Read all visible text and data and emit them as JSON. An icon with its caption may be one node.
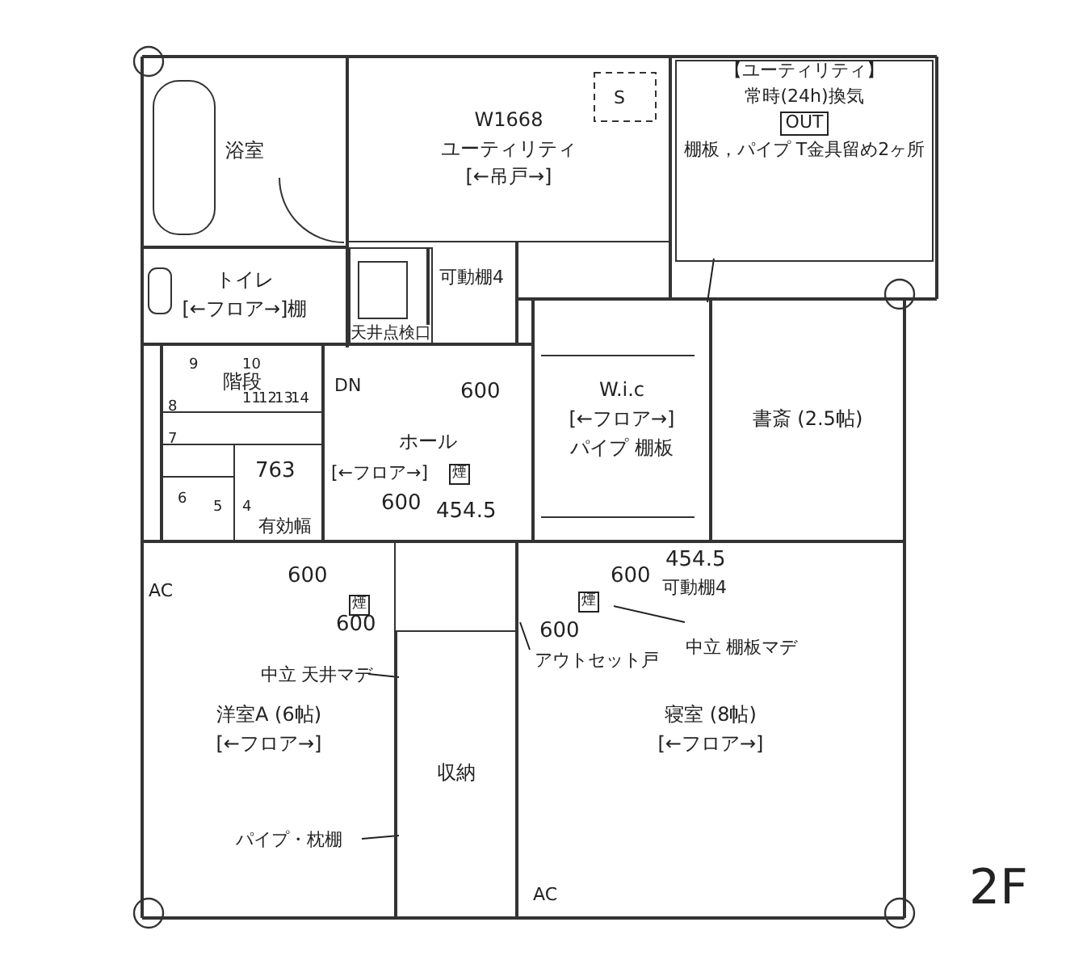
{
  "diagram": {
    "nodes": [
      {
        "text": [
          "浴室"
        ]
      },
      {
        "text": [
          "W1668",
          "ユーティリティ",
          "[←吊戸→]"
        ]
      },
      {
        "text": [
          "【ユーティリティ】",
          "常時(24h)換気",
          "OUT",
          "棚板，パイプ T金具留め2ヶ所"
        ]
      },
      {
        "text": [
          "トイレ",
          "[←フロア→]棚"
        ]
      },
      {
        "text": [
          "天井点検口"
        ]
      },
      {
        "text": [
          "階段"
        ]
      },
      {
        "text": [
          "ホール"
        ]
      },
      {
        "text": [
          "W.i.c",
          "[←フロア→]",
          "パイプ 棚板"
        ]
      },
      {
        "text": [
          "書斎 (2.5帖)"
        ]
      },
      {
        "text": [
          "洋室A (6帖)",
          "[←フロア→]"
        ]
      },
      {
        "text": [
          "収納"
        ]
      },
      {
        "text": [
          "寝室 (8帖)",
          "[←フロア→]"
        ]
      },
      {
        "text": [
          "アウトセット戸"
        ],
        "in": 11
      },
      {
        "text": [
          "中立 棚板マデ"
        ],
        "in": 11
      },
      {
        "text": [
          "パイプ・枕棚"
        ],
        "in": 9
      },
      {
        "text": [
          "中立 天井マデ"
        ],
        "in": 9
      }
    ],
    "edges": [
      {
        "from": 2,
        "to": 7,
        "arrow": "none"
      },
      {
        "from": 12,
        "to": null,
        "arrow": "none"
      },
      {
        "from": 13,
        "to": null,
        "arrow": "none"
      },
      {
        "from": 14,
        "to": 10,
        "arrow": "none"
      },
      {
        "from": 15,
        "to": 10,
        "arrow": "none"
      }
    ],
    "labels": [
      "S",
      "可動棚4",
      "DN",
      "9",
      "10",
      "8",
      "7",
      "11",
      "12",
      "13",
      "14",
      "6",
      "5",
      "4",
      "[←フロア→]",
      "600",
      "600",
      "763",
      "有効幅",
      "煙",
      "454.5",
      "600",
      "煙",
      "600",
      "454.5",
      "可動棚4",
      "600",
      "煙",
      "600",
      "AC",
      "AC",
      "2F"
    ]
  }
}
